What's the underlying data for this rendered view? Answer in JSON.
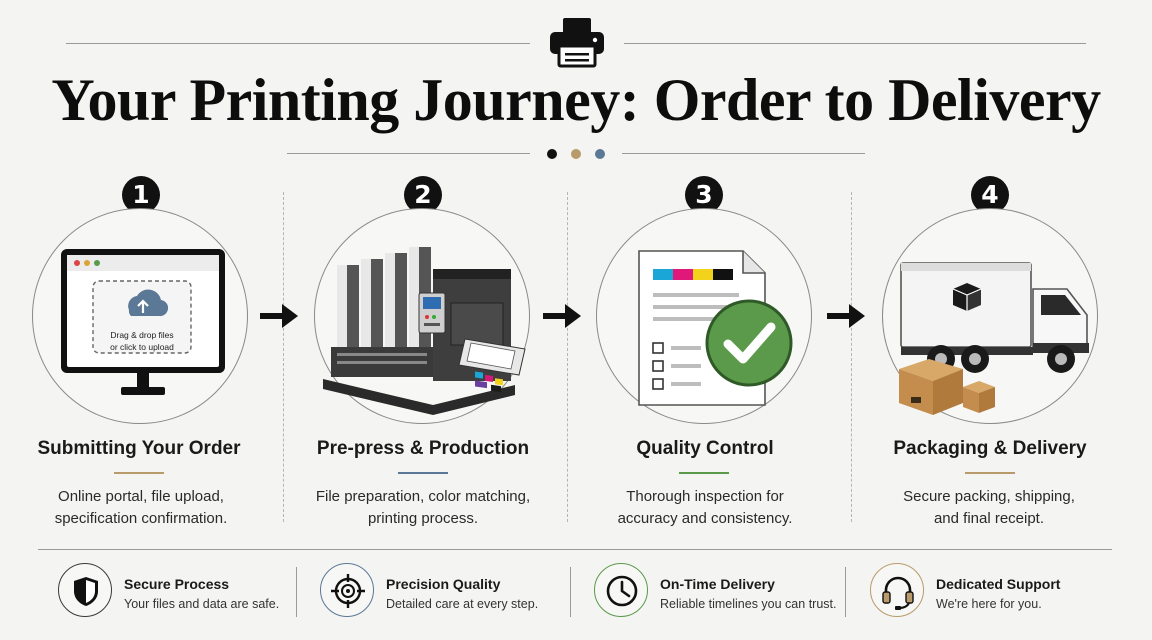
{
  "header": {
    "title": "Your Printing Journey: Order to Delivery",
    "icon": "printer-icon",
    "dot_colors": [
      "#111111",
      "#b99a6a",
      "#5b7896"
    ]
  },
  "steps": [
    {
      "number": "1",
      "title": "Submitting Your Order",
      "description": "Online portal, file upload,\nspecification confirmation.",
      "accent": "#b99a6a",
      "illustration": "monitor-upload-icon",
      "upload_text_1": "Drag & drop files",
      "upload_text_2": "or click to upload"
    },
    {
      "number": "2",
      "title": "Pre-press & Production",
      "description": "File preparation, color matching,\nprinting process.",
      "accent": "#5b7896",
      "illustration": "printing-press-icon"
    },
    {
      "number": "3",
      "title": "Quality Control",
      "description": "Thorough inspection for\naccuracy and consistency.",
      "accent": "#5a9a4a",
      "illustration": "checklist-approved-icon"
    },
    {
      "number": "4",
      "title": "Packaging & Delivery",
      "description": "Secure packing, shipping,\nand final receipt.",
      "accent": "#b99a6a",
      "illustration": "delivery-truck-icon"
    }
  ],
  "features": [
    {
      "title": "Secure Process",
      "subtitle": "Your files and data are safe.",
      "icon": "shield-icon",
      "color": "#111111"
    },
    {
      "title": "Precision Quality",
      "subtitle": "Detailed care at every step.",
      "icon": "target-icon",
      "color": "#5b7896"
    },
    {
      "title": "On-Time Delivery",
      "subtitle": "Reliable timelines you can trust.",
      "icon": "clock-icon",
      "color": "#5a9a4a"
    },
    {
      "title": "Dedicated Support",
      "subtitle": "We're here for you.",
      "icon": "headset-icon",
      "color": "#b99a6a"
    }
  ]
}
